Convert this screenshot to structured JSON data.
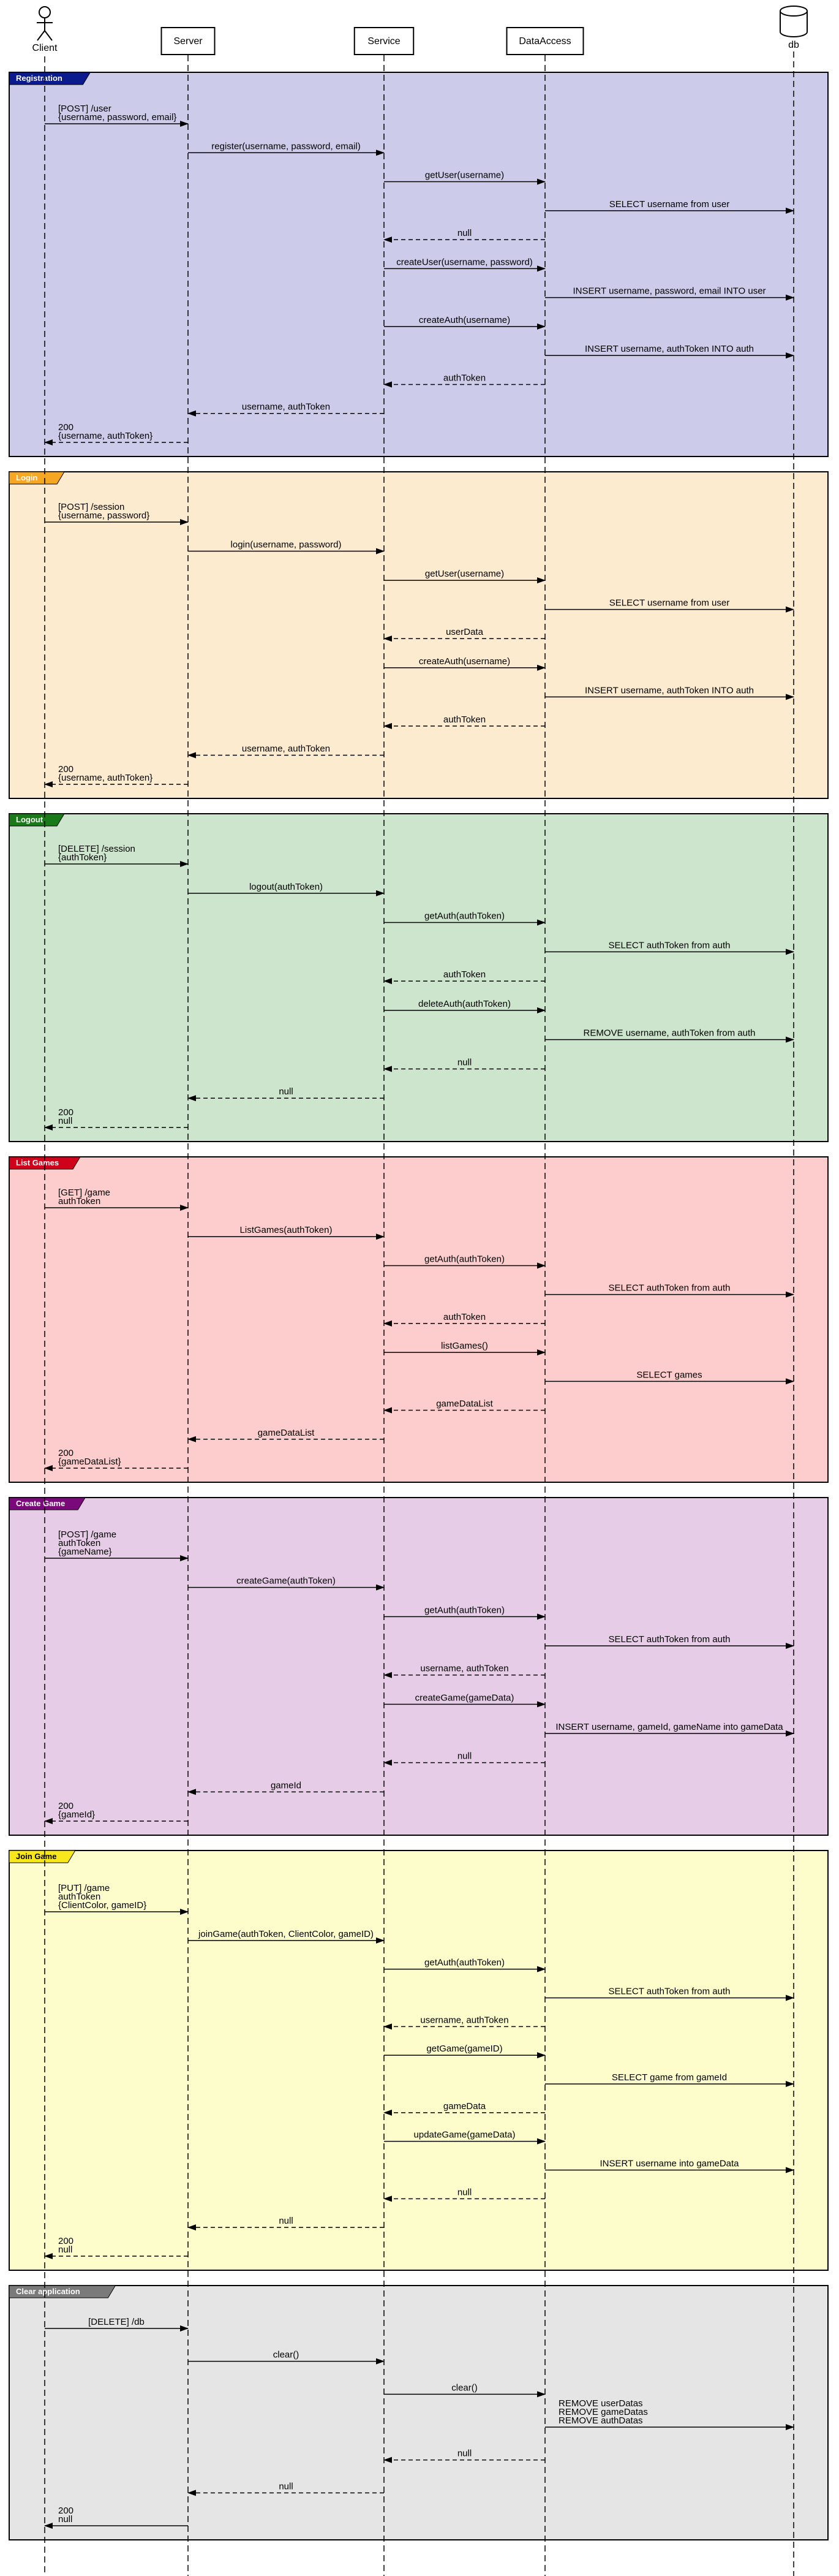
{
  "participants": [
    {
      "id": "client",
      "name": "Client",
      "kind": "actor"
    },
    {
      "id": "server",
      "name": "Server",
      "kind": "box"
    },
    {
      "id": "service",
      "name": "Service",
      "kind": "box"
    },
    {
      "id": "dataaccess",
      "name": "DataAccess",
      "kind": "box"
    },
    {
      "id": "db",
      "name": "db",
      "kind": "database"
    }
  ],
  "sections": [
    {
      "label": "Registration",
      "color": "#ccccea",
      "tagColor": "#0b1a8c",
      "tagText": "#ffffff",
      "messages": [
        {
          "from": "client",
          "to": "server",
          "lines": [
            "[POST] /user",
            "{username, password, email}"
          ],
          "style": "solid"
        },
        {
          "from": "server",
          "to": "service",
          "lines": [
            "register(username, password, email)"
          ],
          "style": "solid"
        },
        {
          "from": "service",
          "to": "dataaccess",
          "lines": [
            "getUser(username)"
          ],
          "style": "solid"
        },
        {
          "from": "dataaccess",
          "to": "db",
          "lines": [
            "SELECT username from user"
          ],
          "style": "solid"
        },
        {
          "from": "dataaccess",
          "to": "service",
          "lines": [
            "null"
          ],
          "style": "dashed"
        },
        {
          "from": "service",
          "to": "dataaccess",
          "lines": [
            "createUser(username, password)"
          ],
          "style": "solid"
        },
        {
          "from": "dataaccess",
          "to": "db",
          "lines": [
            "INSERT username, password, email INTO user"
          ],
          "style": "solid"
        },
        {
          "from": "service",
          "to": "dataaccess",
          "lines": [
            "createAuth(username)"
          ],
          "style": "solid"
        },
        {
          "from": "dataaccess",
          "to": "db",
          "lines": [
            "INSERT username, authToken INTO auth"
          ],
          "style": "solid"
        },
        {
          "from": "dataaccess",
          "to": "service",
          "lines": [
            "authToken"
          ],
          "style": "dashed"
        },
        {
          "from": "service",
          "to": "server",
          "lines": [
            "username, authToken"
          ],
          "style": "dashed"
        },
        {
          "from": "server",
          "to": "client",
          "lines": [
            "200",
            "{username, authToken}"
          ],
          "style": "dashed"
        }
      ]
    },
    {
      "label": "Login",
      "color": "#fdebd0",
      "tagColor": "#f5a623",
      "tagText": "#ffffff",
      "messages": [
        {
          "from": "client",
          "to": "server",
          "lines": [
            "[POST] /session",
            "{username, password}"
          ],
          "style": "solid"
        },
        {
          "from": "server",
          "to": "service",
          "lines": [
            "login(username, password)"
          ],
          "style": "solid"
        },
        {
          "from": "service",
          "to": "dataaccess",
          "lines": [
            "getUser(username)"
          ],
          "style": "solid"
        },
        {
          "from": "dataaccess",
          "to": "db",
          "lines": [
            "SELECT username from user"
          ],
          "style": "solid"
        },
        {
          "from": "dataaccess",
          "to": "service",
          "lines": [
            "userData"
          ],
          "style": "dashed"
        },
        {
          "from": "service",
          "to": "dataaccess",
          "lines": [
            "createAuth(username)"
          ],
          "style": "solid"
        },
        {
          "from": "dataaccess",
          "to": "db",
          "lines": [
            "INSERT username, authToken INTO auth"
          ],
          "style": "solid"
        },
        {
          "from": "dataaccess",
          "to": "service",
          "lines": [
            "authToken"
          ],
          "style": "dashed"
        },
        {
          "from": "service",
          "to": "server",
          "lines": [
            "username, authToken"
          ],
          "style": "dashed"
        },
        {
          "from": "server",
          "to": "client",
          "lines": [
            "200",
            "{username, authToken}"
          ],
          "style": "dashed"
        }
      ]
    },
    {
      "label": "Logout",
      "color": "#cce5cc",
      "tagColor": "#1a7a1a",
      "tagText": "#ffffff",
      "messages": [
        {
          "from": "client",
          "to": "server",
          "lines": [
            "[DELETE] /session",
            "{authToken}"
          ],
          "style": "solid"
        },
        {
          "from": "server",
          "to": "service",
          "lines": [
            "logout(authToken)"
          ],
          "style": "solid"
        },
        {
          "from": "service",
          "to": "dataaccess",
          "lines": [
            "getAuth(authToken)"
          ],
          "style": "solid"
        },
        {
          "from": "dataaccess",
          "to": "db",
          "lines": [
            "SELECT authToken from auth"
          ],
          "style": "solid"
        },
        {
          "from": "dataaccess",
          "to": "service",
          "lines": [
            "authToken"
          ],
          "style": "dashed"
        },
        {
          "from": "service",
          "to": "dataaccess",
          "lines": [
            "deleteAuth(authToken)"
          ],
          "style": "solid"
        },
        {
          "from": "dataaccess",
          "to": "db",
          "lines": [
            "REMOVE username, authToken from auth"
          ],
          "style": "solid"
        },
        {
          "from": "dataaccess",
          "to": "service",
          "lines": [
            "null"
          ],
          "style": "dashed"
        },
        {
          "from": "service",
          "to": "server",
          "lines": [
            "null"
          ],
          "style": "dashed"
        },
        {
          "from": "server",
          "to": "client",
          "lines": [
            "200",
            "null"
          ],
          "style": "dashed"
        }
      ]
    },
    {
      "label": "List Games",
      "color": "#fdcccc",
      "tagColor": "#d0021b",
      "tagText": "#ffffff",
      "messages": [
        {
          "from": "client",
          "to": "server",
          "lines": [
            "[GET] /game",
            "authToken"
          ],
          "style": "solid"
        },
        {
          "from": "server",
          "to": "service",
          "lines": [
            "ListGames(authToken)"
          ],
          "style": "solid"
        },
        {
          "from": "service",
          "to": "dataaccess",
          "lines": [
            "getAuth(authToken)"
          ],
          "style": "solid"
        },
        {
          "from": "dataaccess",
          "to": "db",
          "lines": [
            "SELECT authToken from auth"
          ],
          "style": "solid"
        },
        {
          "from": "dataaccess",
          "to": "service",
          "lines": [
            "authToken"
          ],
          "style": "dashed"
        },
        {
          "from": "service",
          "to": "dataaccess",
          "lines": [
            "listGames()"
          ],
          "style": "solid"
        },
        {
          "from": "dataaccess",
          "to": "db",
          "lines": [
            "SELECT games"
          ],
          "style": "solid"
        },
        {
          "from": "dataaccess",
          "to": "service",
          "lines": [
            "gameDataList"
          ],
          "style": "dashed"
        },
        {
          "from": "service",
          "to": "server",
          "lines": [
            "gameDataList"
          ],
          "style": "dashed"
        },
        {
          "from": "server",
          "to": "client",
          "lines": [
            "200",
            "{gameDataList}"
          ],
          "style": "dashed"
        }
      ]
    },
    {
      "label": "Create Game",
      "color": "#e6cce6",
      "tagColor": "#7a0a7a",
      "tagText": "#ffffff",
      "messages": [
        {
          "from": "client",
          "to": "server",
          "lines": [
            "[POST] /game",
            "authToken",
            "{gameName}"
          ],
          "style": "solid"
        },
        {
          "from": "server",
          "to": "service",
          "lines": [
            "createGame(authToken)"
          ],
          "style": "solid"
        },
        {
          "from": "service",
          "to": "dataaccess",
          "lines": [
            "getAuth(authToken)"
          ],
          "style": "solid"
        },
        {
          "from": "dataaccess",
          "to": "db",
          "lines": [
            "SELECT authToken from auth"
          ],
          "style": "solid"
        },
        {
          "from": "dataaccess",
          "to": "service",
          "lines": [
            "username, authToken"
          ],
          "style": "dashed"
        },
        {
          "from": "service",
          "to": "dataaccess",
          "lines": [
            "createGame(gameData)"
          ],
          "style": "solid"
        },
        {
          "from": "dataaccess",
          "to": "db",
          "lines": [
            "INSERT username, gameId, gameName into gameData"
          ],
          "style": "solid"
        },
        {
          "from": "dataaccess",
          "to": "service",
          "lines": [
            "null"
          ],
          "style": "dashed"
        },
        {
          "from": "service",
          "to": "server",
          "lines": [
            "gameId"
          ],
          "style": "dashed"
        },
        {
          "from": "server",
          "to": "client",
          "lines": [
            "200",
            "{gameId}"
          ],
          "style": "dashed"
        }
      ]
    },
    {
      "label": "Join Game",
      "color": "#fdfdcc",
      "tagColor": "#f8e71c",
      "tagText": "#000000",
      "messages": [
        {
          "from": "client",
          "to": "server",
          "lines": [
            "[PUT] /game",
            "authToken",
            "{ClientColor, gameID}"
          ],
          "style": "solid"
        },
        {
          "from": "server",
          "to": "service",
          "lines": [
            "joinGame(authToken, ClientColor, gameID)"
          ],
          "style": "solid"
        },
        {
          "from": "service",
          "to": "dataaccess",
          "lines": [
            "getAuth(authToken)"
          ],
          "style": "solid"
        },
        {
          "from": "dataaccess",
          "to": "db",
          "lines": [
            "SELECT authToken from auth"
          ],
          "style": "solid"
        },
        {
          "from": "dataaccess",
          "to": "service",
          "lines": [
            "username, authToken"
          ],
          "style": "dashed"
        },
        {
          "from": "service",
          "to": "dataaccess",
          "lines": [
            "getGame(gameID)"
          ],
          "style": "solid"
        },
        {
          "from": "dataaccess",
          "to": "db",
          "lines": [
            "SELECT game from gameId"
          ],
          "style": "solid"
        },
        {
          "from": "dataaccess",
          "to": "service",
          "lines": [
            "gameData"
          ],
          "style": "dashed"
        },
        {
          "from": "service",
          "to": "dataaccess",
          "lines": [
            "updateGame(gameData)"
          ],
          "style": "solid"
        },
        {
          "from": "dataaccess",
          "to": "db",
          "lines": [
            "INSERT username into gameData"
          ],
          "style": "solid"
        },
        {
          "from": "dataaccess",
          "to": "service",
          "lines": [
            "null"
          ],
          "style": "dashed"
        },
        {
          "from": "service",
          "to": "server",
          "lines": [
            "null"
          ],
          "style": "dashed"
        },
        {
          "from": "server",
          "to": "client",
          "lines": [
            "200",
            "null"
          ],
          "style": "dashed"
        }
      ]
    },
    {
      "label": "Clear application",
      "color": "#e5e5e5",
      "tagColor": "#7a7a7a",
      "tagText": "#ffffff",
      "messages": [
        {
          "from": "client",
          "to": "server",
          "lines": [
            "[DELETE] /db"
          ],
          "style": "solid"
        },
        {
          "from": "server",
          "to": "service",
          "lines": [
            "clear()"
          ],
          "style": "solid"
        },
        {
          "from": "service",
          "to": "dataaccess",
          "lines": [
            "clear()"
          ],
          "style": "solid"
        },
        {
          "from": "dataaccess",
          "to": "db",
          "lines": [
            "REMOVE userDatas",
            "REMOVE gameDatas",
            "REMOVE authDatas"
          ],
          "style": "solid"
        },
        {
          "from": "dataaccess",
          "to": "service",
          "lines": [
            "null"
          ],
          "style": "dashed"
        },
        {
          "from": "service",
          "to": "server",
          "lines": [
            "null"
          ],
          "style": "dashed"
        },
        {
          "from": "server",
          "to": "client",
          "lines": [
            "200",
            "null"
          ],
          "style": "solid"
        }
      ]
    }
  ]
}
